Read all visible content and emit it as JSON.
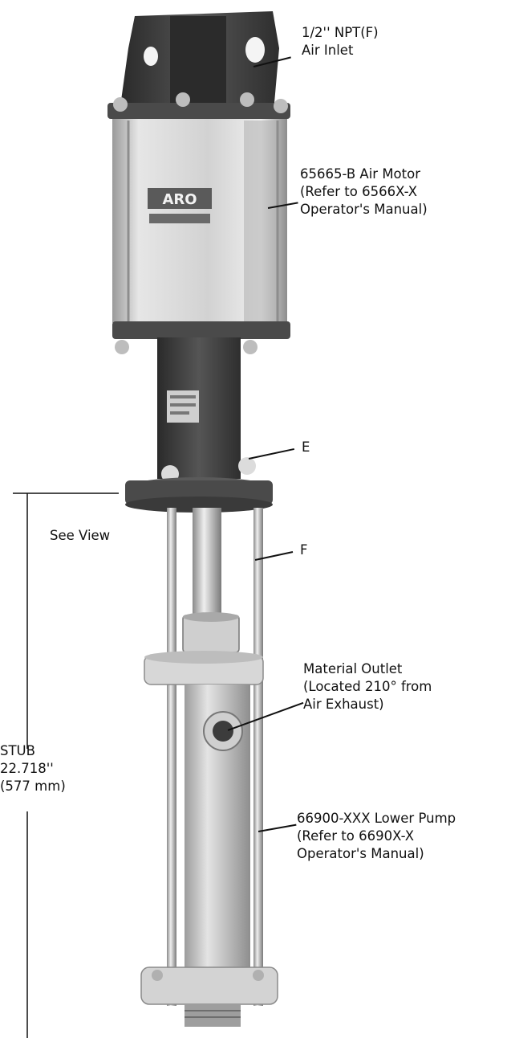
{
  "brand": "ARO",
  "labels": {
    "air_inlet": {
      "line1": "1/2'' NPT(F)",
      "line2": "Air Inlet"
    },
    "air_motor": {
      "line1": "65665-B Air Motor",
      "line2": "(Refer to 6566X-X",
      "line3": "Operator's Manual)"
    },
    "point_e": "E",
    "see_view": "See View",
    "point_f": "F",
    "material_outlet": {
      "line1": "Material Outlet",
      "line2": "(Located 210° from",
      "line3": "Air Exhaust)"
    },
    "stub": {
      "line1": "STUB",
      "line2": "22.718''",
      "line3": "(577 mm)"
    },
    "lower_pump": {
      "line1": "66900-XXX Lower Pump",
      "line2": "(Refer to 6690X-X",
      "line3": "Operator's Manual)"
    }
  },
  "colors": {
    "dark_casting": "#3a3a3a",
    "flange": "#4a4a4a",
    "cylinder": "#d8d8d8",
    "lower_pump": "#c9c9c9"
  }
}
